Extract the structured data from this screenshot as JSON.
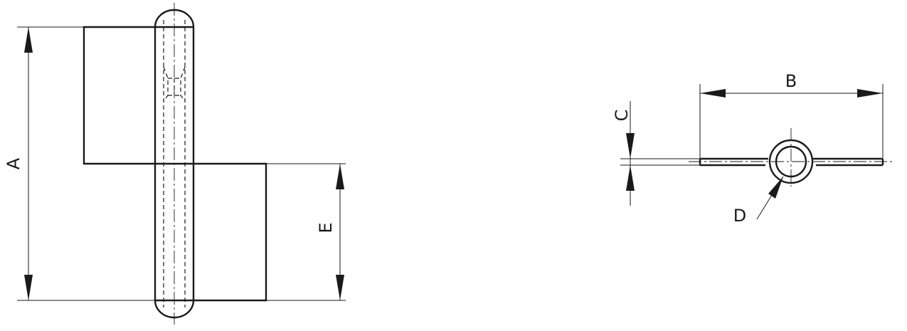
{
  "dimensions": {
    "A": "A",
    "B": "B",
    "C": "C",
    "D": "D",
    "E": "E"
  },
  "colors": {
    "line": "#1a1a1a",
    "background": "#ffffff"
  }
}
